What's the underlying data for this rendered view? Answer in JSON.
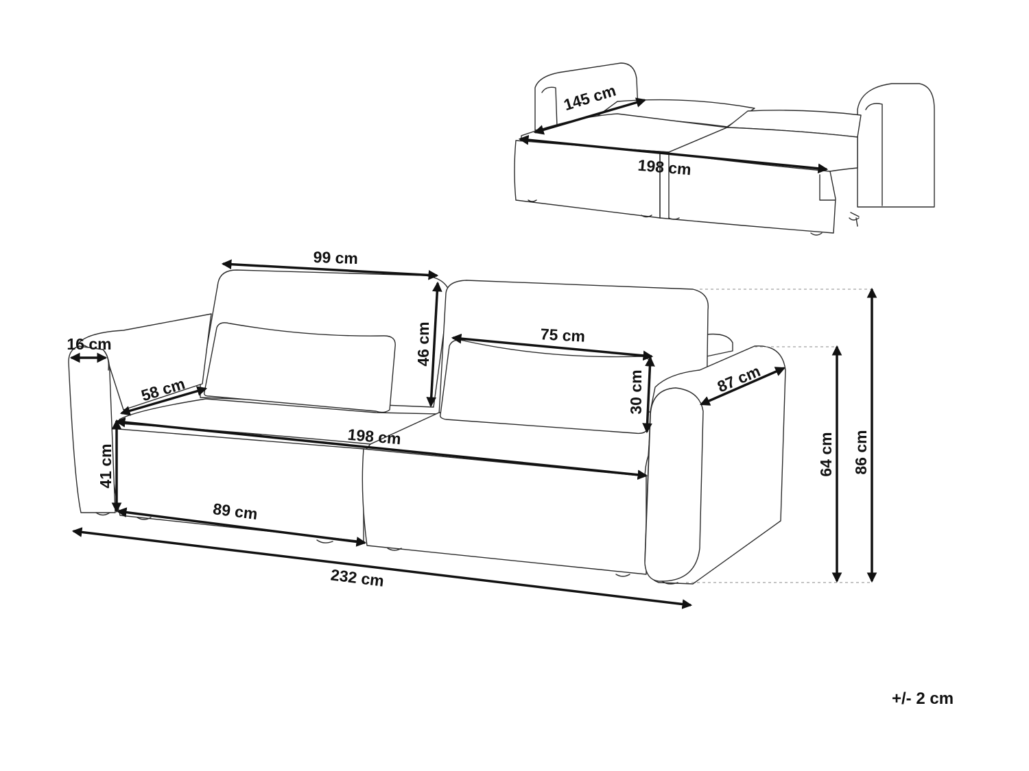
{
  "sofa_bed": {
    "width_label": "145 cm",
    "length_label": "198 cm"
  },
  "sofa": {
    "backrest_width_label": "99 cm",
    "backrest_height_label": "46 cm",
    "cushion_width_label": "75 cm",
    "cushion_height_label": "30 cm",
    "armrest_width_label": "16 cm",
    "seat_depth_label": "58 cm",
    "seat_width_label": "198 cm",
    "seat_height_label": "41 cm",
    "seat_module_label": "89 cm",
    "total_width_label": "232 cm",
    "depth_label": "87 cm",
    "armrest_height_label": "64 cm",
    "total_height_label": "86 cm"
  },
  "tolerance": "+/- 2 cm"
}
